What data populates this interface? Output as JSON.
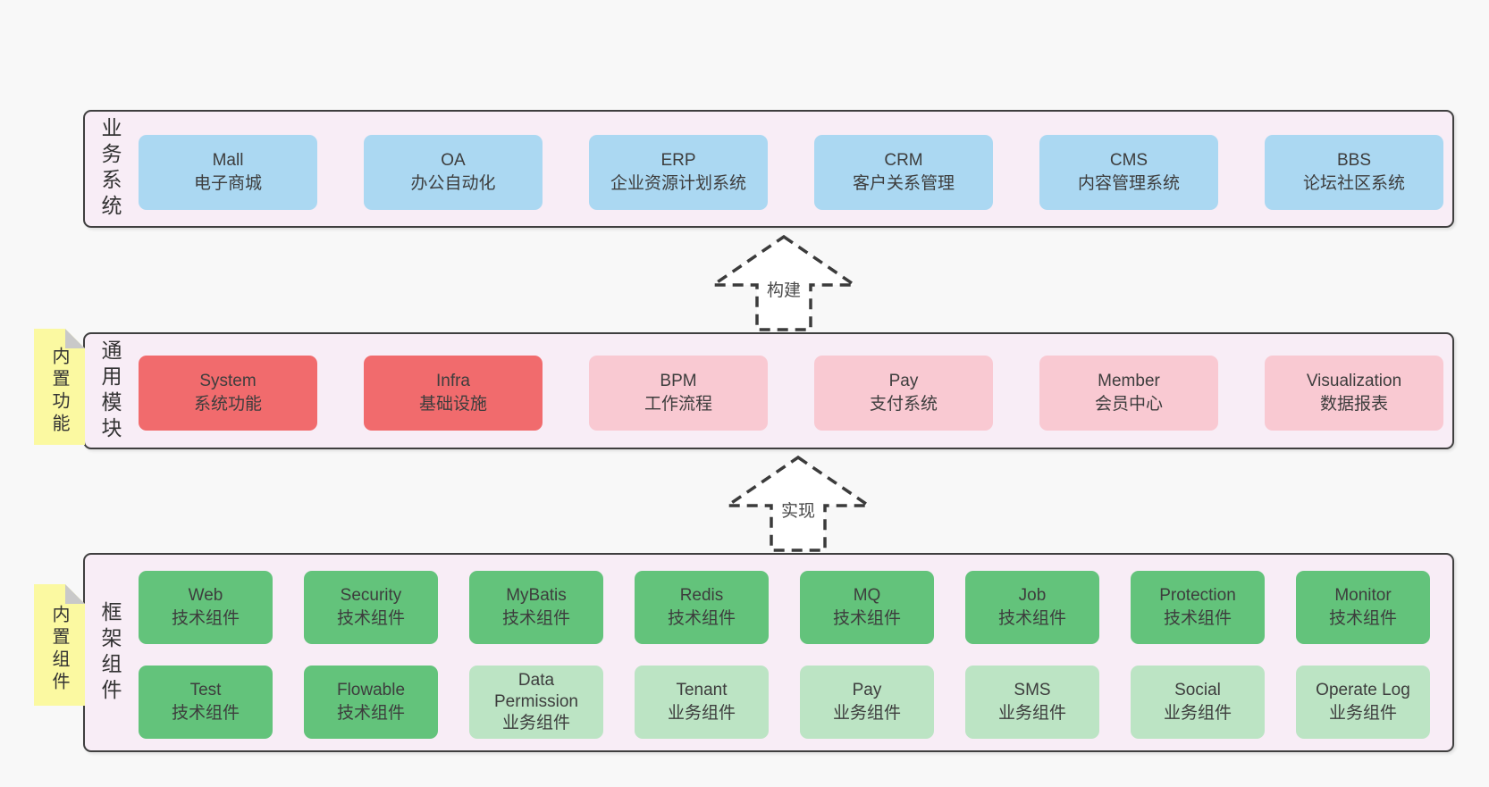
{
  "colors": {
    "page_bg": "#f8f8f8",
    "band_bg": "#f8edf6",
    "band_border": "#3f3f3f",
    "blue_box": "#abd8f2",
    "red_box": "#f16b6d",
    "pink_box": "#f9c9d2",
    "green_box": "#63c37b",
    "light_green_box": "#bce4c4",
    "sticky_note": "#fbf9a1",
    "note_fold": "#c9c9c9",
    "text": "#3d3d3d"
  },
  "diagram": {
    "arrows": [
      {
        "label": "构建"
      },
      {
        "label": "实现"
      }
    ],
    "bands": [
      {
        "label": "业务系统",
        "boxes": [
          {
            "name": "Mall",
            "desc": "电子商城"
          },
          {
            "name": "OA",
            "desc": "办公自动化"
          },
          {
            "name": "ERP",
            "desc": "企业资源计划系统"
          },
          {
            "name": "CRM",
            "desc": "客户关系管理"
          },
          {
            "name": "CMS",
            "desc": "内容管理系统"
          },
          {
            "name": "BBS",
            "desc": "论坛社区系统"
          }
        ]
      },
      {
        "label": "通用模块",
        "note": "内置功能",
        "boxes": [
          {
            "name": "System",
            "desc": "系统功能"
          },
          {
            "name": "Infra",
            "desc": "基础设施"
          },
          {
            "name": "BPM",
            "desc": "工作流程"
          },
          {
            "name": "Pay",
            "desc": "支付系统"
          },
          {
            "name": "Member",
            "desc": "会员中心"
          },
          {
            "name": "Visualization",
            "desc": "数据报表"
          }
        ]
      },
      {
        "label": "框架组件",
        "note": "内置组件",
        "rows": [
          [
            {
              "name": "Web",
              "desc": "技术组件"
            },
            {
              "name": "Security",
              "desc": "技术组件"
            },
            {
              "name": "MyBatis",
              "desc": "技术组件"
            },
            {
              "name": "Redis",
              "desc": "技术组件"
            },
            {
              "name": "MQ",
              "desc": "技术组件"
            },
            {
              "name": "Job",
              "desc": "技术组件"
            },
            {
              "name": "Protection",
              "desc": "技术组件"
            },
            {
              "name": "Monitor",
              "desc": "技术组件"
            }
          ],
          [
            {
              "name": "Test",
              "desc": "技术组件"
            },
            {
              "name": "Flowable",
              "desc": "技术组件"
            },
            {
              "name": "Data Permission",
              "desc": "业务组件"
            },
            {
              "name": "Tenant",
              "desc": "业务组件"
            },
            {
              "name": "Pay",
              "desc": "业务组件"
            },
            {
              "name": "SMS",
              "desc": "业务组件"
            },
            {
              "name": "Social",
              "desc": "业务组件"
            },
            {
              "name": "Operate Log",
              "desc": "业务组件"
            }
          ]
        ]
      }
    ]
  }
}
